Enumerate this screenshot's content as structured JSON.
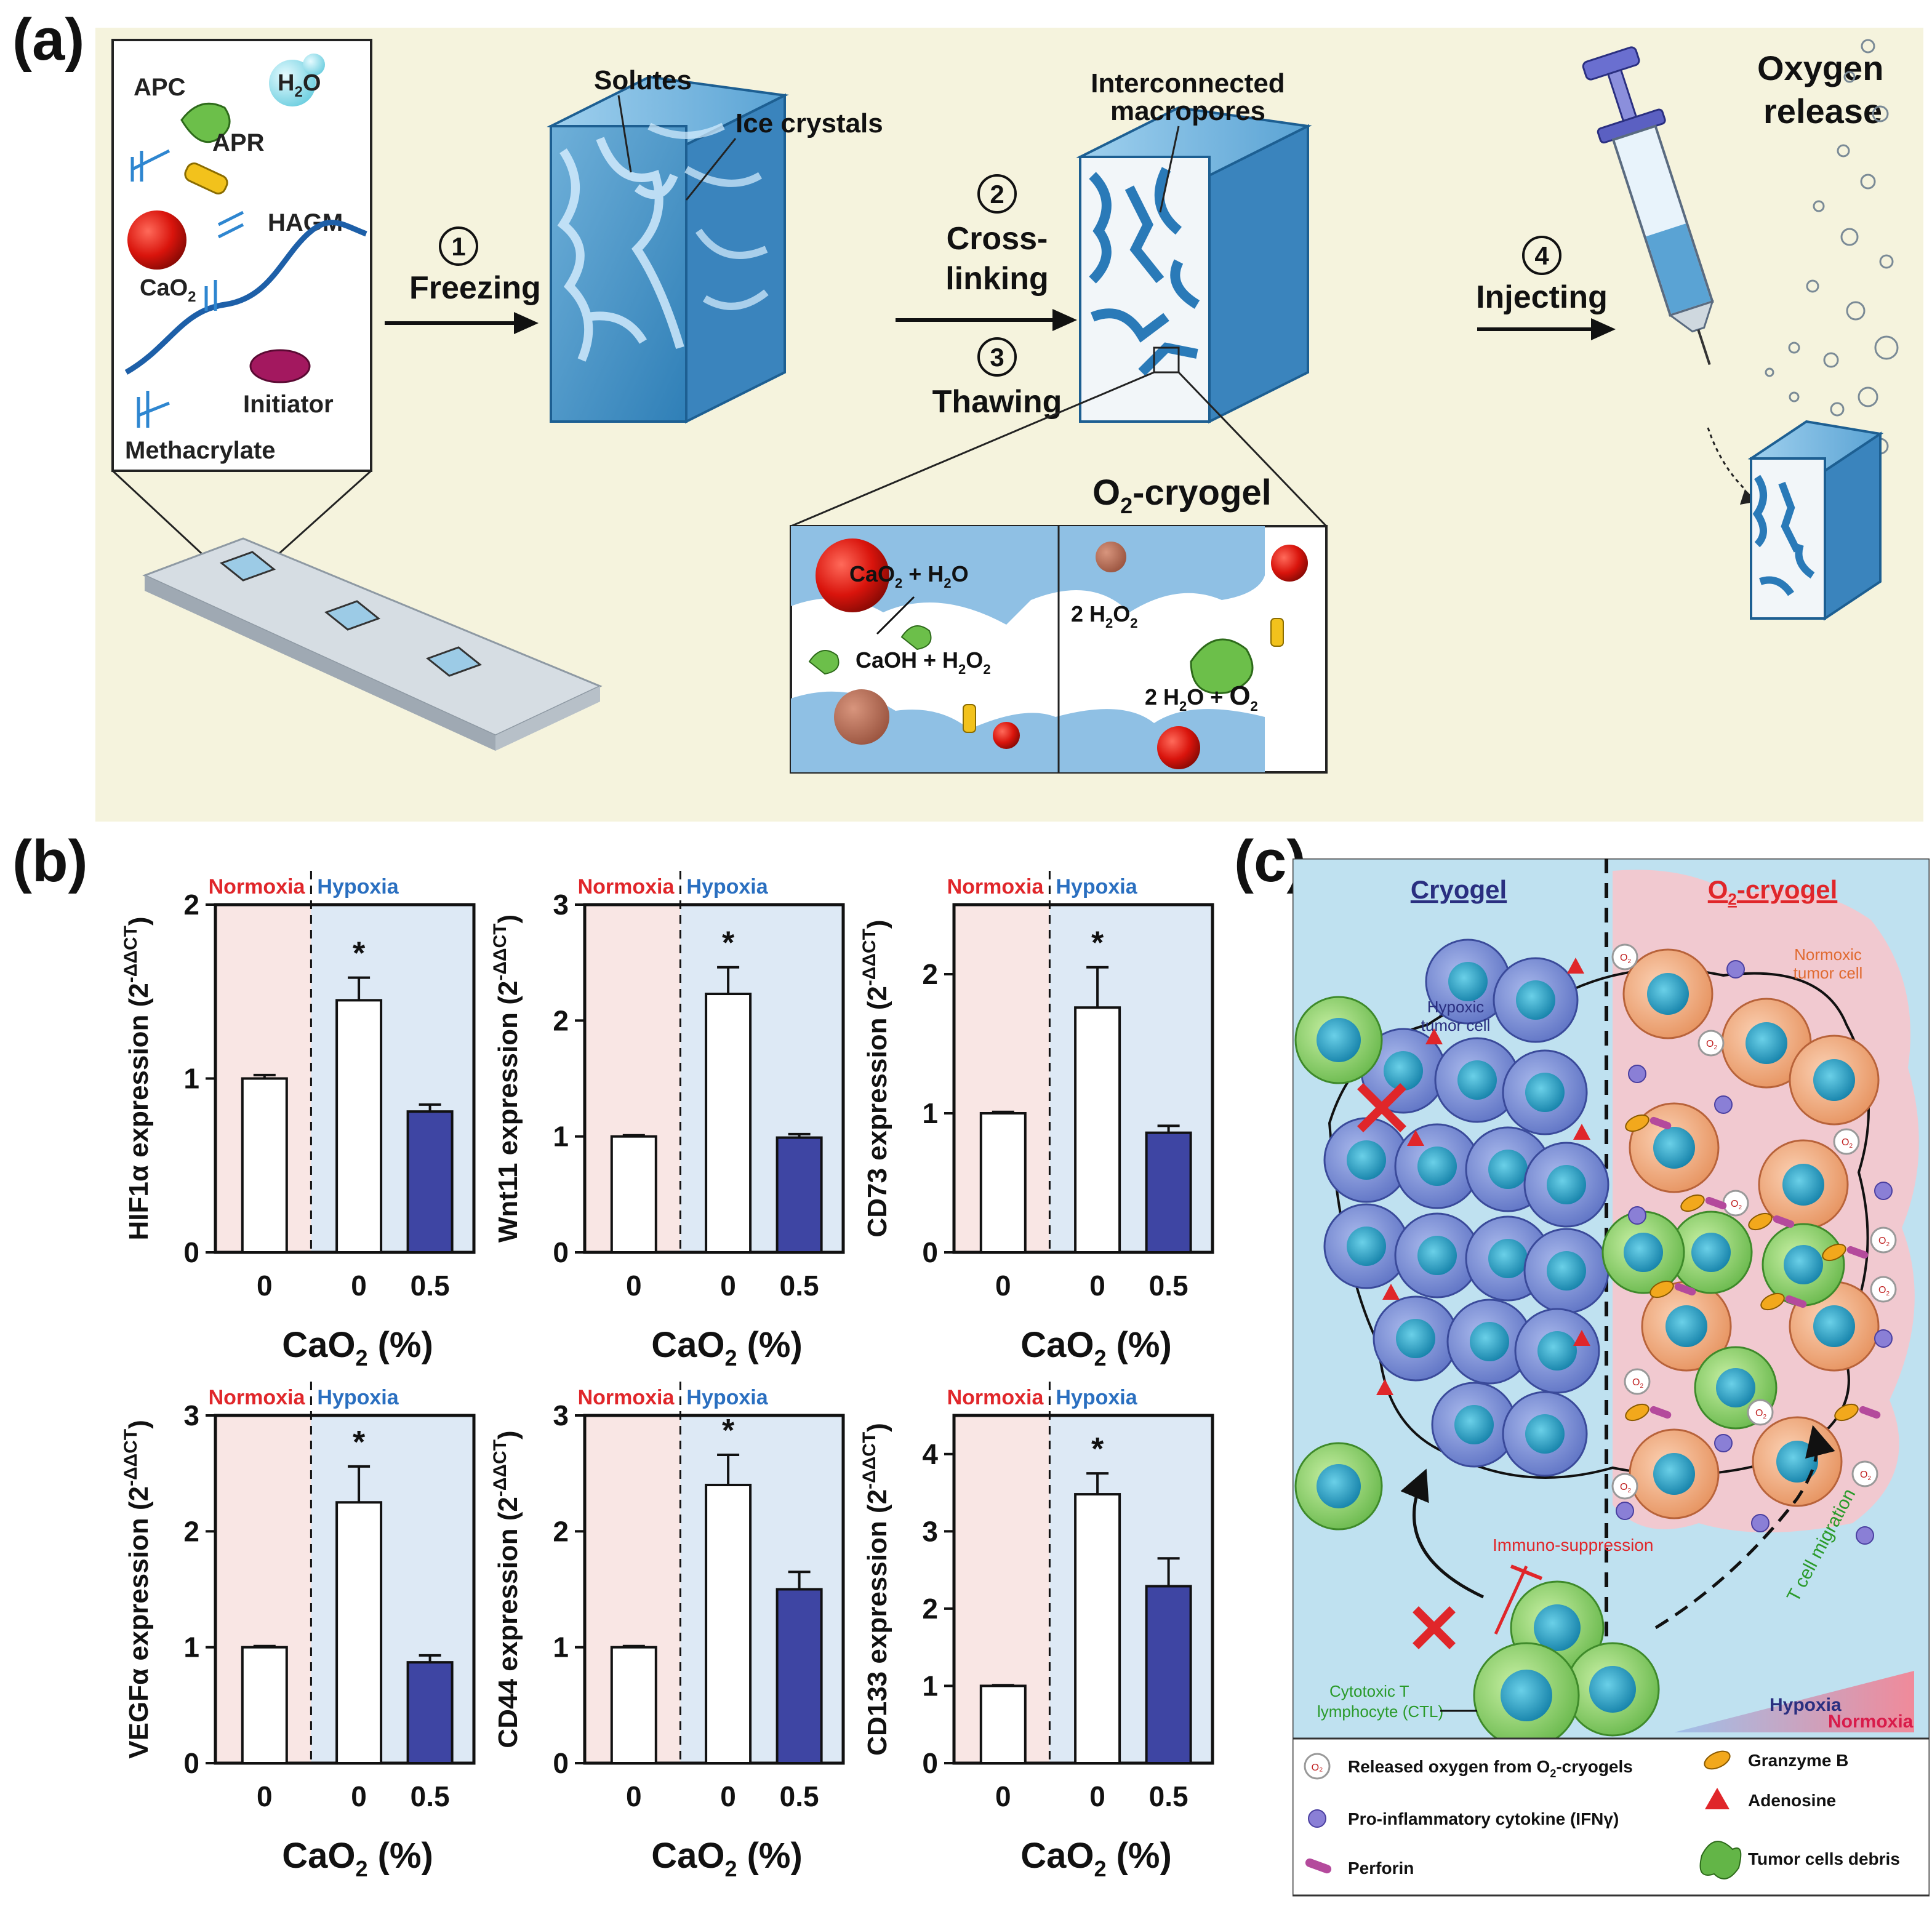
{
  "panel_labels": {
    "a": "(a)",
    "b": "(b)",
    "c": "(c)"
  },
  "panel_a": {
    "ingredients": {
      "apc": "APC",
      "h2o": "H",
      "h2o_sub": "2",
      "h2o_tail": "O",
      "apr": "APR",
      "hagm": "HAGM",
      "cao2": "CaO",
      "cao2_sub": "2",
      "initiator": "Initiator",
      "methacrylate": "Methacrylate"
    },
    "steps": {
      "s1_num": "1",
      "s1_label": "Freezing",
      "s2_num": "2",
      "s2_label_1": "Cross-",
      "s2_label_2": "linking",
      "s3_num": "3",
      "s3_label": "Thawing",
      "s4_num": "4",
      "s4_label": "Injecting"
    },
    "labels": {
      "solutes": "Solutes",
      "ice_crystals": "Ice crystals",
      "interconnected_1": "Interconnected",
      "interconnected_2": "macropores",
      "oxygen_1": "Oxygen",
      "oxygen_2": "release",
      "o2_cryogel_pre": "O",
      "o2_cryogel_sub": "2",
      "o2_cryogel_post": "-cryogel"
    },
    "reaction": {
      "r1a": "CaO",
      "r1b": "2",
      "r1c": " + H",
      "r1d": "2",
      "r1e": "O",
      "r2a": "CaOH + H",
      "r2b": "2",
      "r2c": "O",
      "r2d": "2",
      "r3a": "2 H",
      "r3b": "2",
      "r3c": "O",
      "r3d": "2",
      "r4a": "2 H",
      "r4b": "2",
      "r4c": "O + ",
      "r4d": "O",
      "r4e": "2"
    }
  },
  "panel_b": {
    "region_normoxia": "Normoxia",
    "region_hypoxia": "Hypoxia",
    "xlabel_main": "CaO",
    "xlabel_sub": "2",
    "xlabel_tail": " (%)",
    "ylabel_suffix": " expression (2",
    "ylabel_exp": "-ΔΔCT",
    "ylabel_close": ")",
    "significance": "*",
    "colors": {
      "normoxia_bg": "#f9e6e4",
      "hypoxia_bg": "#dde9f5",
      "treated_bar": "#3e45a3",
      "normoxia_text": "#e0262a",
      "hypoxia_text": "#2a6fc0"
    }
  },
  "chart_data": [
    {
      "type": "bar",
      "gene": "HIF1α",
      "ylabel": "HIF1α expression (2 -ΔΔCT)",
      "xlabel": "CaO2 (%)",
      "categories": [
        "0",
        "0",
        "0.5"
      ],
      "condition": [
        "Normoxia",
        "Hypoxia",
        "Hypoxia"
      ],
      "values": [
        1.0,
        1.45,
        0.81
      ],
      "errors": [
        0.02,
        0.13,
        0.04
      ],
      "ylim": [
        0,
        2
      ],
      "yticks": [
        0,
        1,
        2
      ],
      "significant": [
        false,
        true,
        false
      ]
    },
    {
      "type": "bar",
      "gene": "Wnt11",
      "ylabel": "Wnt11 expression (2 -ΔΔCT)",
      "xlabel": "CaO2 (%)",
      "categories": [
        "0",
        "0",
        "0.5"
      ],
      "condition": [
        "Normoxia",
        "Hypoxia",
        "Hypoxia"
      ],
      "values": [
        1.0,
        2.23,
        0.99
      ],
      "errors": [
        0.01,
        0.23,
        0.03
      ],
      "ylim": [
        0,
        3
      ],
      "yticks": [
        0,
        1,
        2,
        3
      ],
      "significant": [
        false,
        true,
        false
      ]
    },
    {
      "type": "bar",
      "gene": "CD73",
      "ylabel": "CD73 expression (2 -ΔΔCT)",
      "xlabel": "CaO2 (%)",
      "categories": [
        "0",
        "0",
        "0.5"
      ],
      "condition": [
        "Normoxia",
        "Hypoxia",
        "Hypoxia"
      ],
      "values": [
        1.0,
        1.76,
        0.86
      ],
      "errors": [
        0.01,
        0.29,
        0.05
      ],
      "ylim": [
        0,
        2.5
      ],
      "yticks": [
        0,
        1,
        2
      ],
      "significant": [
        false,
        true,
        false
      ]
    },
    {
      "type": "bar",
      "gene": "VEGFα",
      "ylabel": "VEGFα expression (2 -ΔΔCT)",
      "xlabel": "CaO2 (%)",
      "categories": [
        "0",
        "0",
        "0.5"
      ],
      "condition": [
        "Normoxia",
        "Hypoxia",
        "Hypoxia"
      ],
      "values": [
        1.0,
        2.25,
        0.87
      ],
      "errors": [
        0.01,
        0.31,
        0.06
      ],
      "ylim": [
        0,
        3
      ],
      "yticks": [
        0,
        1,
        2,
        3
      ],
      "significant": [
        false,
        true,
        false
      ]
    },
    {
      "type": "bar",
      "gene": "CD44",
      "ylabel": "CD44 expression (2 -ΔΔCT)",
      "xlabel": "CaO2 (%)",
      "categories": [
        "0",
        "0",
        "0.5"
      ],
      "condition": [
        "Normoxia",
        "Hypoxia",
        "Hypoxia"
      ],
      "values": [
        1.0,
        2.4,
        1.5
      ],
      "errors": [
        0.01,
        0.26,
        0.15
      ],
      "ylim": [
        0,
        3
      ],
      "yticks": [
        0,
        1,
        2,
        3
      ],
      "significant": [
        false,
        true,
        false
      ]
    },
    {
      "type": "bar",
      "gene": "CD133",
      "ylabel": "CD133 expression (2 -ΔΔCT)",
      "xlabel": "CaO2 (%)",
      "categories": [
        "0",
        "0",
        "0.5"
      ],
      "condition": [
        "Normoxia",
        "Hypoxia",
        "Hypoxia"
      ],
      "values": [
        1.0,
        3.48,
        2.29
      ],
      "errors": [
        0.01,
        0.27,
        0.36
      ],
      "ylim": [
        0,
        4.5
      ],
      "yticks": [
        0,
        1,
        2,
        3,
        4
      ],
      "significant": [
        false,
        true,
        false
      ]
    }
  ],
  "panel_c": {
    "left_title": "Cryogel",
    "right_title_a": "O",
    "right_title_b": "2",
    "right_title_c": "-cryogel",
    "hypoxic_1": "Hypoxic",
    "hypoxic_2": "tumor cell",
    "normoxic_1": "Normoxic",
    "normoxic_2": "tumor cell",
    "immunosuppression": "Immuno-suppression",
    "migration": "T cell  migration",
    "ctl_1": "Cytotoxic T",
    "ctl_2": "lymphocyte (CTL)",
    "gradient_hypoxia": "Hypoxia",
    "gradient_normoxia": "Normoxia",
    "o2_badge": "O",
    "o2_badge_sub": "2",
    "legend": {
      "released_oxygen": "Released oxygen from O",
      "released_oxygen_sub": "2",
      "released_oxygen_tail": "-cryogels",
      "cytokine": "Pro-inflammatory cytokine (IFNγ)",
      "perforin": "Perforin",
      "granzyme": "Granzyme B",
      "adenosine": "Adenosine",
      "debris": "Tumor cells debris"
    }
  }
}
